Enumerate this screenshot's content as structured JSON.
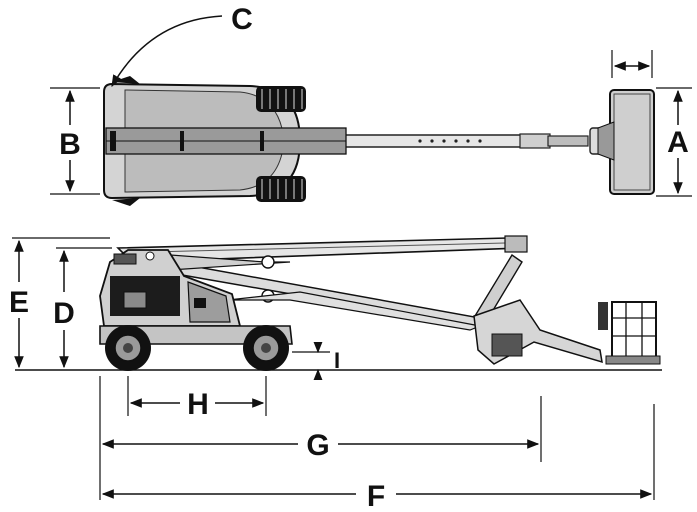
{
  "labels": {
    "a": "A",
    "b": "B",
    "c": "C",
    "d": "D",
    "e": "E",
    "f": "F",
    "g": "G",
    "h": "H",
    "i": "I"
  },
  "colors": {
    "line": "#111111",
    "machine_dark": "#1c1c1c",
    "machine_mid": "#8a8a8a",
    "machine_light": "#d9d9d9",
    "background": "#ffffff"
  }
}
